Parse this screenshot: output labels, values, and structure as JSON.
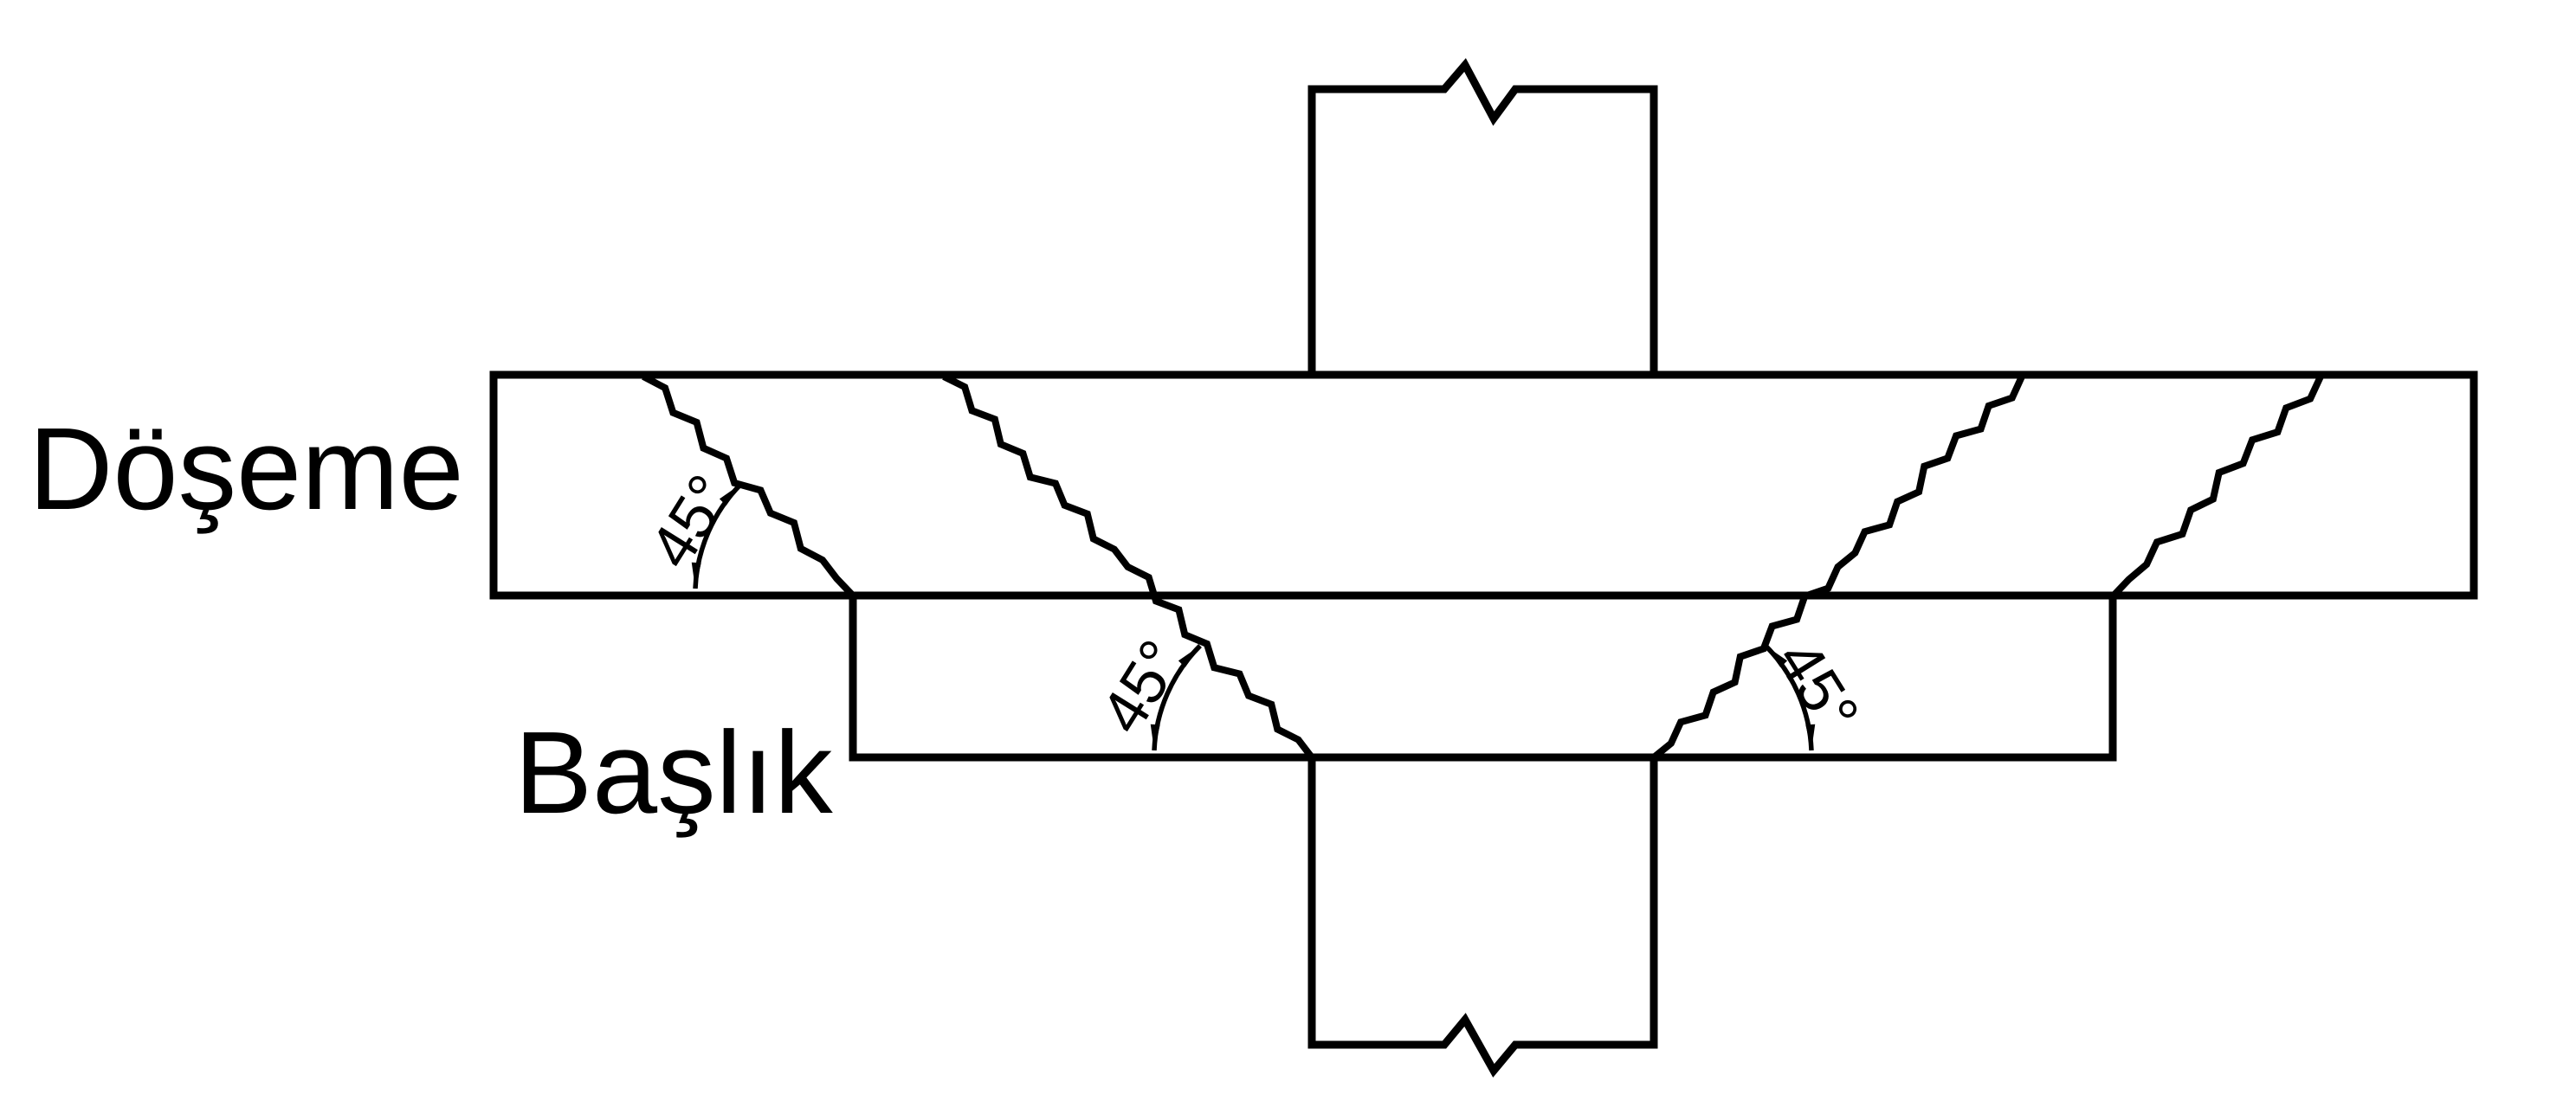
{
  "drawing": {
    "background_color": "#ffffff",
    "line_color": "#000000",
    "labels": {
      "slab": "Döşeme",
      "capital": "Başlık"
    },
    "angle_annotations": [
      {
        "location": "slab-left",
        "label": "45°"
      },
      {
        "location": "capital-left",
        "label": "45°"
      },
      {
        "location": "capital-right",
        "label": "45°"
      }
    ]
  }
}
